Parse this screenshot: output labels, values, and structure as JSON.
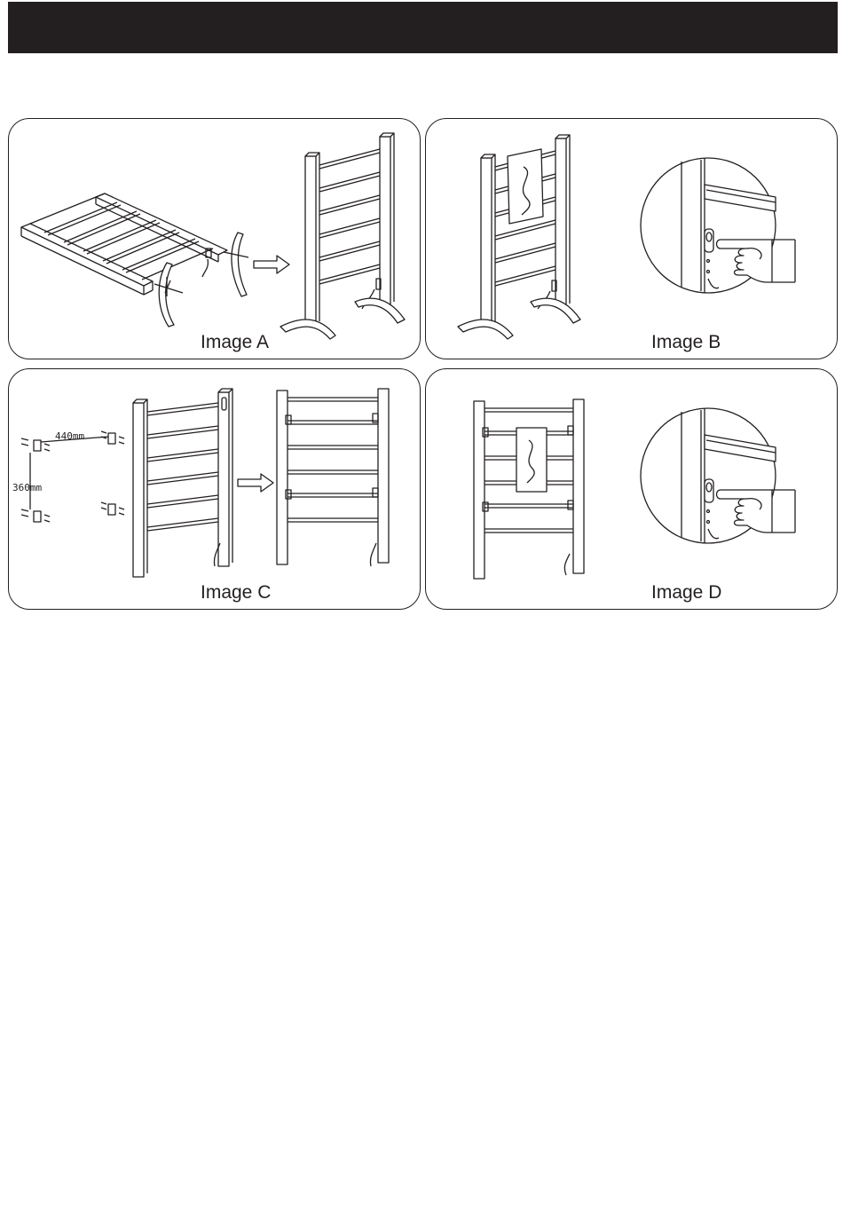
{
  "captions": {
    "a": "Image A",
    "b": "Image B",
    "c": "Image C",
    "d": "Image D"
  },
  "dimensions": {
    "horizontal": "440mm",
    "vertical": "360mm"
  },
  "colors": {
    "ink": "#231f20",
    "paper": "#ffffff"
  }
}
